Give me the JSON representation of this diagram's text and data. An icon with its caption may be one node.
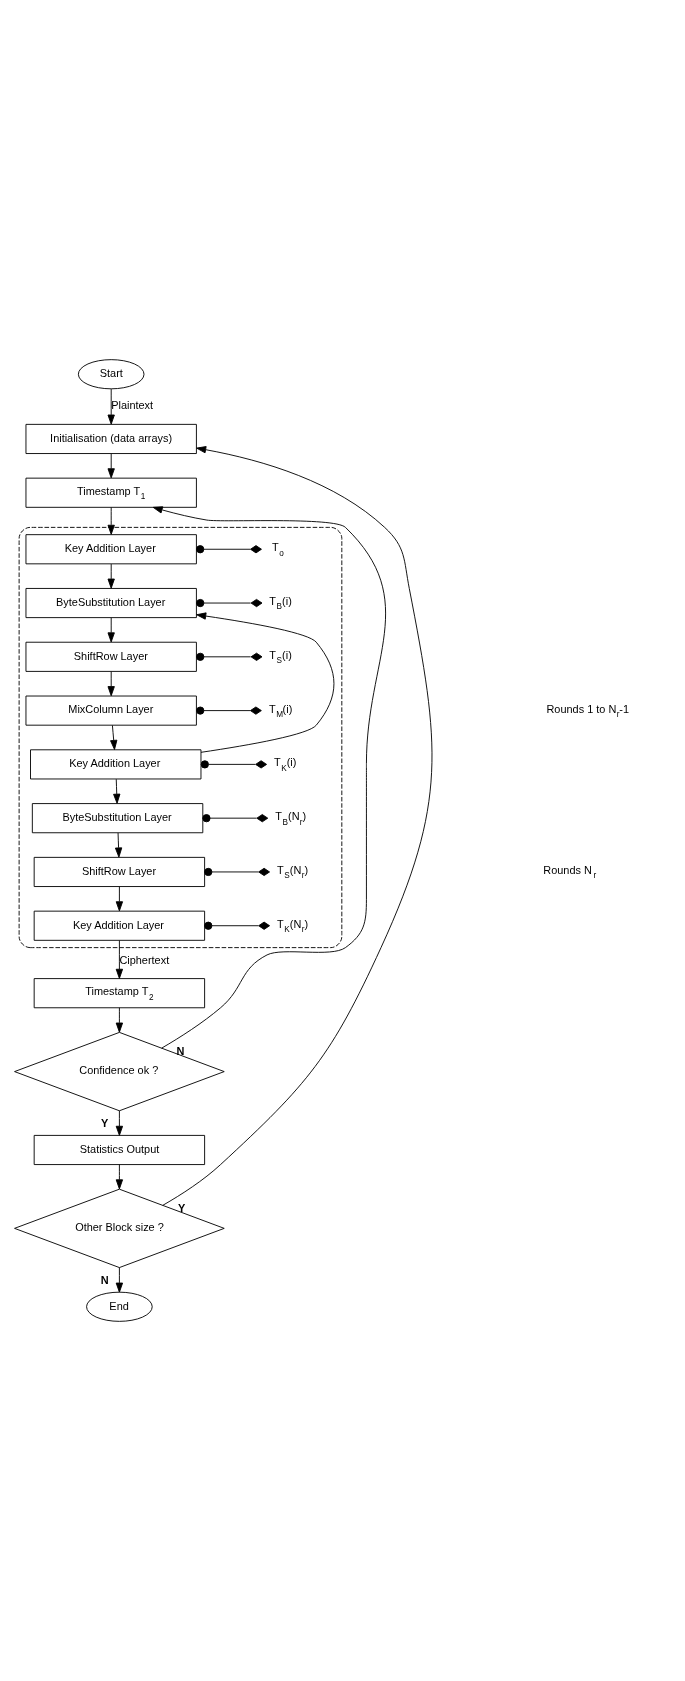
{
  "diagram": {
    "nodes": [
      {
        "text": [
          "Start"
        ]
      },
      {
        "text": [
          "Initialisation (data arrays)"
        ]
      },
      {
        "text": [
          "Timestamp T$_{1}$"
        ]
      },
      {
        "text": [],
        "shape": "box"
      },
      {
        "text": [
          "Key Addition Layer"
        ],
        "in": 3
      },
      {
        "text": [
          "T$_{o}$"
        ],
        "in": 3
      },
      {
        "text": [
          "ByteSubstitution Layer"
        ],
        "in": 3
      },
      {
        "text": [
          "T$_{B}$(i)"
        ],
        "in": 3
      },
      {
        "text": [
          "ShiftRow Layer"
        ],
        "in": 3
      },
      {
        "text": [
          "T$_{S}$(i)"
        ],
        "in": 3
      },
      {
        "text": [
          "MixColumn Layer"
        ],
        "in": 3
      },
      {
        "text": [
          "T$_{M}$(i)"
        ],
        "in": 3
      },
      {
        "text": [
          "Key Addition Layer"
        ],
        "in": 3
      },
      {
        "text": [
          "T$_{K}$(i)"
        ],
        "in": 3
      },
      {
        "text": [
          "ByteSubstitution Layer"
        ],
        "in": 3
      },
      {
        "text": [
          "T$_{B}$(N$_{r}$)"
        ],
        "in": 3
      },
      {
        "text": [
          "ShiftRow Layer"
        ],
        "in": 3
      },
      {
        "text": [
          "T$_{S}$(N$_{r}$)"
        ],
        "in": 3
      },
      {
        "text": [
          "Key Addition Layer"
        ],
        "in": 3
      },
      {
        "text": [
          "T$_{K}$(N$_{r}$)"
        ],
        "in": 3
      },
      {
        "text": [
          "Timestamp T$_{2}$"
        ]
      },
      {
        "text": [
          "Confidence ok ?"
        ]
      },
      {
        "text": [
          "Statistics Output"
        ]
      },
      {
        "text": [
          "Other Block size ?"
        ]
      },
      {
        "text": [
          "End"
        ]
      }
    ],
    "edges": [
      {
        "from": 0,
        "to": 1,
        "arrow": "to",
        "label": "Plaintext"
      },
      {
        "from": 1,
        "to": 2,
        "arrow": "to"
      },
      {
        "from": 2,
        "to": 4,
        "arrow": "to"
      },
      {
        "from": 4,
        "to": 5,
        "arrow": "other"
      },
      {
        "from": 4,
        "to": 6,
        "arrow": "to"
      },
      {
        "from": 6,
        "to": 7,
        "arrow": "other"
      },
      {
        "from": 6,
        "to": 8,
        "arrow": "to"
      },
      {
        "from": 8,
        "to": 9,
        "arrow": "other"
      },
      {
        "from": 8,
        "to": 10,
        "arrow": "to"
      },
      {
        "from": 10,
        "to": 11,
        "arrow": "other"
      },
      {
        "from": 10,
        "to": 12,
        "arrow": "to"
      },
      {
        "from": 12,
        "to": 13,
        "arrow": "other"
      },
      {
        "from": 12,
        "to": 6,
        "arrow": "to"
      },
      {
        "from": 12,
        "to": 14,
        "arrow": "to"
      },
      {
        "from": 14,
        "to": 15,
        "arrow": "other"
      },
      {
        "from": 14,
        "to": 16,
        "arrow": "to"
      },
      {
        "from": 16,
        "to": 17,
        "arrow": "other"
      },
      {
        "from": 16,
        "to": 18,
        "arrow": "to"
      },
      {
        "from": 18,
        "to": 19,
        "arrow": "other"
      },
      {
        "from": 18,
        "to": 20,
        "arrow": "to",
        "label": "Ciphertext"
      },
      {
        "from": 20,
        "to": 21,
        "arrow": "to"
      },
      {
        "from": 21,
        "to": 2,
        "arrow": "to",
        "label": "N"
      },
      {
        "from": 21,
        "to": 22,
        "arrow": "to",
        "label": "Y"
      },
      {
        "from": 22,
        "to": 23,
        "arrow": "to"
      },
      {
        "from": 23,
        "to": 1,
        "arrow": "to",
        "label": "Y"
      },
      {
        "from": 23,
        "to": 24,
        "arrow": "to",
        "label": "N"
      }
    ],
    "labels": [
      "Rounds 1 to N$_{r}$-1",
      "Rounds N$_{r}$"
    ]
  }
}
